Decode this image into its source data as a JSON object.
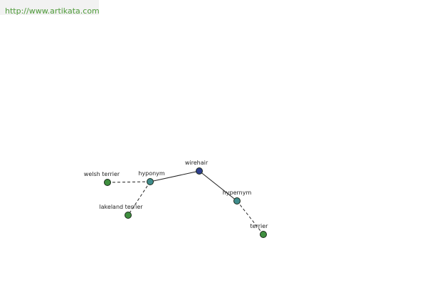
{
  "header": {
    "url": "http://www.artikata.com"
  },
  "graph": {
    "colors": {
      "center": "#2e3f8e",
      "relation": "#3f8c8c",
      "term": "#3f8f3f",
      "edge": "#222222"
    },
    "nodes": {
      "wirehair": {
        "label": "wirehair",
        "kind": "center",
        "icon": "circle-node"
      },
      "hyponym": {
        "label": "hyponym",
        "kind": "relation",
        "icon": "circle-node"
      },
      "hypernym": {
        "label": "hypernym",
        "kind": "relation",
        "icon": "circle-node"
      },
      "welsh_terrier": {
        "label": "welsh terrier",
        "kind": "term",
        "icon": "circle-node"
      },
      "lakeland_terrier": {
        "label": "lakeland terrier",
        "kind": "term",
        "icon": "circle-node"
      },
      "terrier": {
        "label": "terrier",
        "kind": "term",
        "icon": "circle-node"
      }
    },
    "edges": [
      {
        "from": "wirehair",
        "to": "hyponym",
        "style": "solid"
      },
      {
        "from": "wirehair",
        "to": "hypernym",
        "style": "solid"
      },
      {
        "from": "hyponym",
        "to": "welsh_terrier",
        "style": "dashed"
      },
      {
        "from": "hyponym",
        "to": "lakeland_terrier",
        "style": "dashed"
      },
      {
        "from": "hypernym",
        "to": "terrier",
        "style": "dashed"
      }
    ]
  }
}
